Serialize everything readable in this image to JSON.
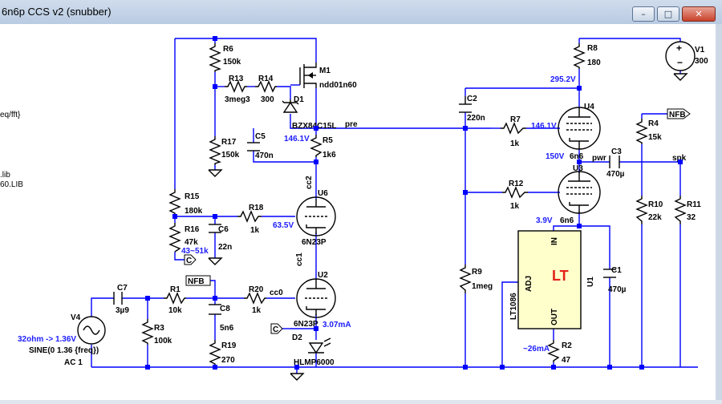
{
  "window": {
    "title": "6n6p CCS v2 (snubber)",
    "buttons": {
      "minimize": "–",
      "maximize": "□",
      "close": "✕"
    }
  },
  "side_text": {
    "t1": "eq/fft}",
    "t2": ".lib",
    "t3": "60.LIB"
  },
  "components": {
    "R6": {
      "ref": "R6",
      "val": "150k"
    },
    "R13": {
      "ref": "R13",
      "val": "3meg3"
    },
    "R14": {
      "ref": "R14",
      "val": "300"
    },
    "M1": {
      "ref": "M1",
      "val": "ndd01n60"
    },
    "D1": {
      "ref": "D1",
      "val": "BZX84C15L"
    },
    "R17": {
      "ref": "R17",
      "val": "150k"
    },
    "C5": {
      "ref": "C5",
      "val": "470n"
    },
    "R5": {
      "ref": "R5",
      "val": "1k6"
    },
    "U6": {
      "ref": "U6",
      "val": "6N23P",
      "tag": "cc2"
    },
    "R15": {
      "ref": "R15",
      "val": "180k"
    },
    "R18": {
      "ref": "R18",
      "val": "1k"
    },
    "R16": {
      "ref": "R16",
      "val": "47k"
    },
    "C6": {
      "ref": "C6",
      "val": "22n"
    },
    "U2": {
      "ref": "U2",
      "val": "6N23P",
      "tag": "cc1"
    },
    "R20": {
      "ref": "R20",
      "val": "1k"
    },
    "C7": {
      "ref": "C7",
      "val": "3µ9"
    },
    "R1": {
      "ref": "R1",
      "val": "10k"
    },
    "C8": {
      "ref": "C8",
      "val": "5n6"
    },
    "R3": {
      "ref": "R3",
      "val": "100k"
    },
    "R19": {
      "ref": "R19",
      "val": "270"
    },
    "V4": {
      "ref": "V4",
      "val": "SINE(0 1.36 {freq})",
      "ac": "AC 1"
    },
    "D2": {
      "ref": "D2",
      "val": "HLMP6000"
    },
    "R8": {
      "ref": "R8",
      "val": "180"
    },
    "V1": {
      "ref": "V1",
      "val": "300"
    },
    "C2": {
      "ref": "C2",
      "val": "220n"
    },
    "R7": {
      "ref": "R7",
      "val": "1k"
    },
    "U4": {
      "ref": "U4",
      "val": "6n6"
    },
    "C3": {
      "ref": "C3",
      "val": "470µ"
    },
    "R12": {
      "ref": "R12",
      "val": "1k"
    },
    "U3": {
      "ref": "U3",
      "val": "6n6"
    },
    "R4": {
      "ref": "R4",
      "val": "15k"
    },
    "R10": {
      "ref": "R10",
      "val": "22k"
    },
    "R11": {
      "ref": "R11",
      "val": "32"
    },
    "R9": {
      "ref": "R9",
      "val": "1meg"
    },
    "U1": {
      "ref": "U1",
      "val": "LT1086",
      "pin_in": "IN",
      "pin_adj": "ADJ",
      "pin_out": "OUT"
    },
    "C1": {
      "ref": "C1",
      "val": "470µ"
    },
    "R2": {
      "ref": "R2",
      "val": "47"
    }
  },
  "nets": {
    "pre": "pre",
    "pwr": "pwr",
    "spk": "spk",
    "nfb1": "NFB",
    "nfb2": "NFB",
    "cc0": "cc0",
    "c1": "C",
    "c2": "C"
  },
  "annotations": {
    "a1": "146.1V",
    "a2": "63.5V",
    "a3": "43~51k",
    "a4": "3.07mA",
    "a5": "295.2V",
    "a6": "146.1V",
    "a7": "150V",
    "a8": "3.9V",
    "a9": "~26mA",
    "a10": "32ohm -> 1.36V"
  },
  "colors": {
    "wire": "#0000ff",
    "annotation": "#1c1cff",
    "regulator_body": "#ffffcc",
    "logo": "#e2231a"
  }
}
